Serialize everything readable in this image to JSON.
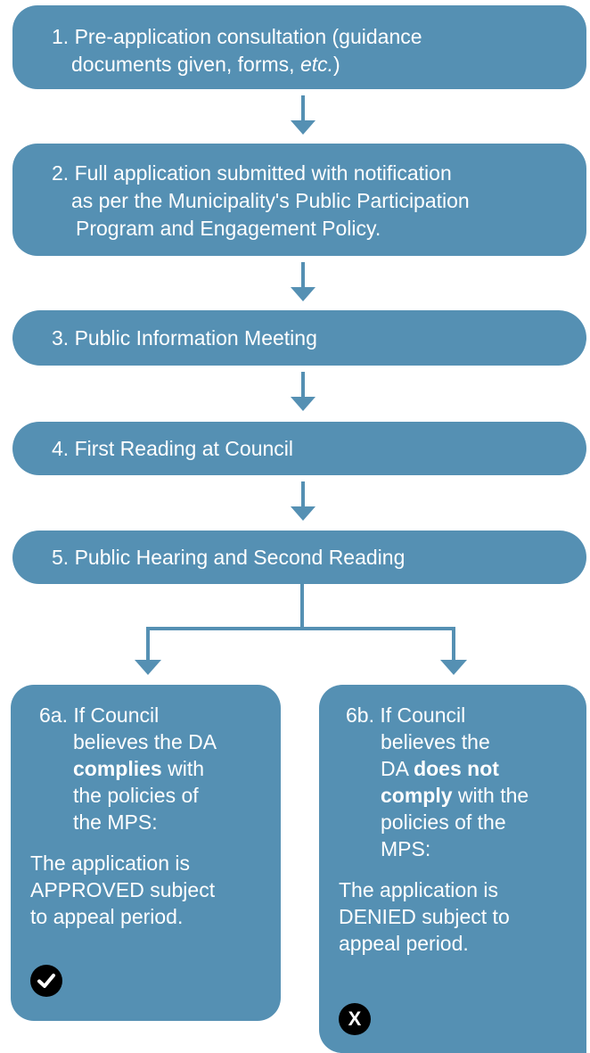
{
  "steps": {
    "s1": {
      "line1": "1. Pre-application consultation (guidance",
      "line2_pre": "documents given, forms, ",
      "line2_em": "etc.",
      "line2_post": ")"
    },
    "s2": {
      "line1": "2. Full application submitted with notification",
      "line2": "as per the Municipality's Public Participation",
      "line3": "Program and Engagement Policy."
    },
    "s3": {
      "label": "3. Public Information Meeting"
    },
    "s4": {
      "label": "4. First Reading at Council"
    },
    "s5": {
      "label": "5. Public Hearing and Second Reading"
    }
  },
  "branch_a": {
    "l1": "6a. If Council",
    "l2": "believes the DA",
    "l3_bold": "complies",
    "l3_rest": " with",
    "l4": "the policies of",
    "l5": "the MPS:",
    "result1": "The application is",
    "result2": "APPROVED subject",
    "result3": "to appeal period.",
    "badge_icon": "checkmark-icon"
  },
  "branch_b": {
    "l1": "6b. If Council",
    "l2": "believes the",
    "l3_pre": "DA ",
    "l3_bold": "does not",
    "l4_bold": "comply",
    "l4_rest": " with the",
    "l5": "policies of the",
    "l6": "MPS:",
    "result1": "The application is",
    "result2": "DENIED subject to",
    "result3": "appeal period.",
    "badge_icon": "x-icon",
    "badge_text": "X"
  },
  "colors": {
    "box": "#5590b3",
    "text": "#ffffff",
    "badge": "#000000"
  }
}
